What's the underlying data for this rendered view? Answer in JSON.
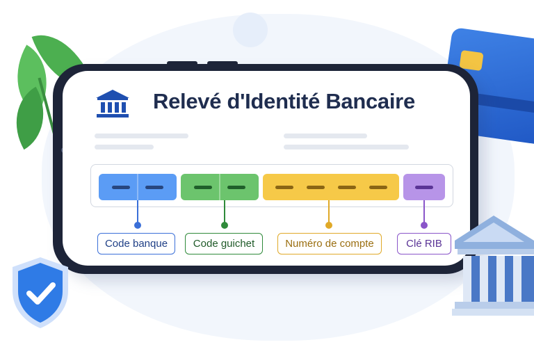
{
  "title": "Relevé d'Identité Bancaire",
  "fields": [
    {
      "label": "Code banque",
      "color": "#3a6fd8",
      "fill": "#5b9cf5",
      "dash": "#27467f"
    },
    {
      "label": "Code guichet",
      "color": "#2f8a3a",
      "fill": "#6cc46d",
      "dash": "#1f5f2a"
    },
    {
      "label": "Numéro de compte",
      "color": "#e0a928",
      "fill": "#f6c948",
      "dash": "#8a6514"
    },
    {
      "label": "Clé RIB",
      "color": "#8a55c9",
      "fill": "#b794e8",
      "dash": "#5a3496"
    }
  ],
  "icons": {
    "bank": "bank-icon",
    "shield": "shield-check-icon",
    "card": "credit-card-icon",
    "building": "bank-building-icon",
    "leaves": "leaf-icon"
  }
}
